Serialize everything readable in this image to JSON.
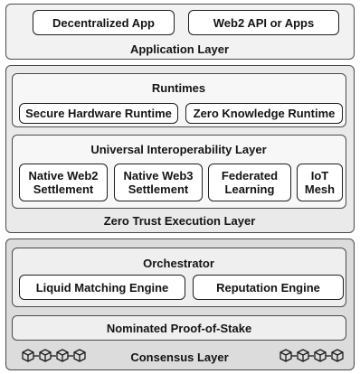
{
  "application_layer": {
    "title": "Application Layer",
    "boxes": [
      "Decentralized App",
      "Web2 API or Apps"
    ]
  },
  "zero_trust_layer": {
    "title": "Zero Trust Execution Layer",
    "runtimes": {
      "title": "Runtimes",
      "boxes": [
        "Secure Hardware Runtime",
        "Zero Knowledge Runtime"
      ]
    },
    "interop": {
      "title": "Universal Interoperability Layer",
      "boxes": [
        "Native Web2\nSettlement",
        "Native Web3\nSettlement",
        "Federated\nLearning",
        "IoT\nMesh"
      ]
    }
  },
  "consensus_layer": {
    "title": "Consensus Layer",
    "orchestrator": {
      "title": "Orchestrator",
      "boxes": [
        "Liquid Matching Engine",
        "Reputation Engine"
      ]
    },
    "npos": "Nominated Proof-of-Stake",
    "left_icon": "blockchain-cubes-icon",
    "right_icon": "blockchain-cubes-icon"
  }
}
